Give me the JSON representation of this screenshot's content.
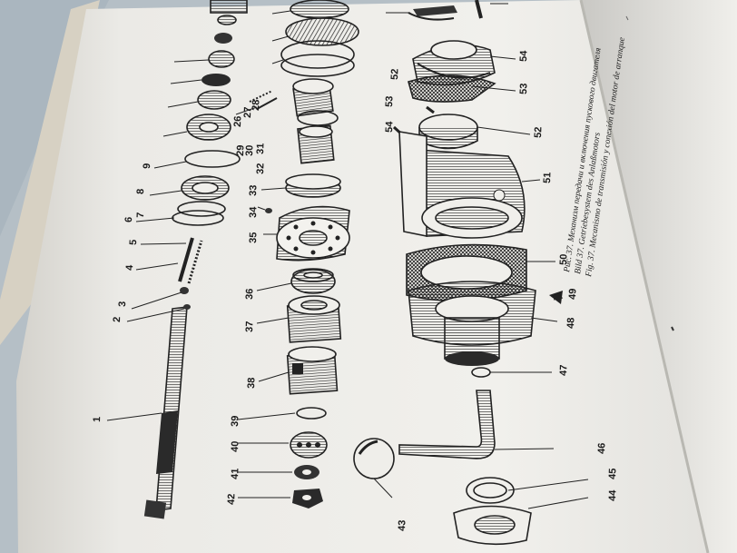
{
  "book": {
    "caption": {
      "ru": "Рис. 37. Механизм передачи и включения пускового двигателя",
      "de": "Bild 37. Getriebesystem des Anlaßmotors",
      "es": "Fig. 37. Mecanismo de transmisión y conexión del motor de arranque"
    }
  },
  "callouts": {
    "lower_column": [
      "1",
      "2",
      "3",
      "4",
      "5",
      "6",
      "7",
      "8",
      "9"
    ],
    "middle_column": [
      "33",
      "34",
      "35",
      "36",
      "37",
      "38",
      "39",
      "40",
      "41",
      "42",
      "43"
    ],
    "right_column": [
      "44",
      "45",
      "46",
      "47",
      "48",
      "49",
      "50",
      "51",
      "52",
      "53",
      "54"
    ],
    "upper_column": [
      "26",
      "27",
      "28",
      "29",
      "30",
      "31",
      "32",
      "52",
      "53",
      "54"
    ]
  },
  "colors": {
    "paper": "#ececea",
    "ink": "#1f1f1f",
    "spine": "#d7d1c3",
    "background": "#b9c3c9"
  }
}
